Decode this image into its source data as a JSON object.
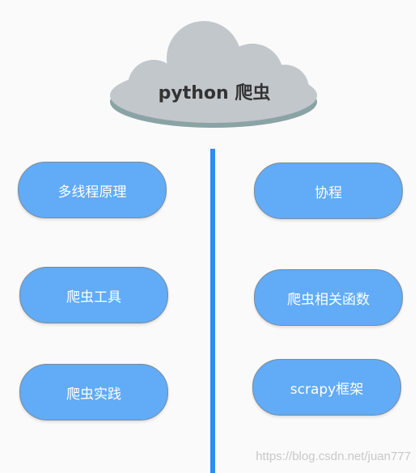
{
  "diagram": {
    "title": "python 爬虫",
    "left_nodes": [
      "多线程原理",
      "爬虫工具",
      "爬虫实践"
    ],
    "right_nodes": [
      "协程",
      "爬虫相关函数",
      "scrapy框架"
    ]
  },
  "watermark": "https://blog.csdn.net/juan777",
  "colors": {
    "cloud": "#c2c7cc",
    "cloud_shadow": "#8aa3a5",
    "node_fill": "#62abf7",
    "node_border": "#7a8a99",
    "divider": "#2f8cf0"
  }
}
